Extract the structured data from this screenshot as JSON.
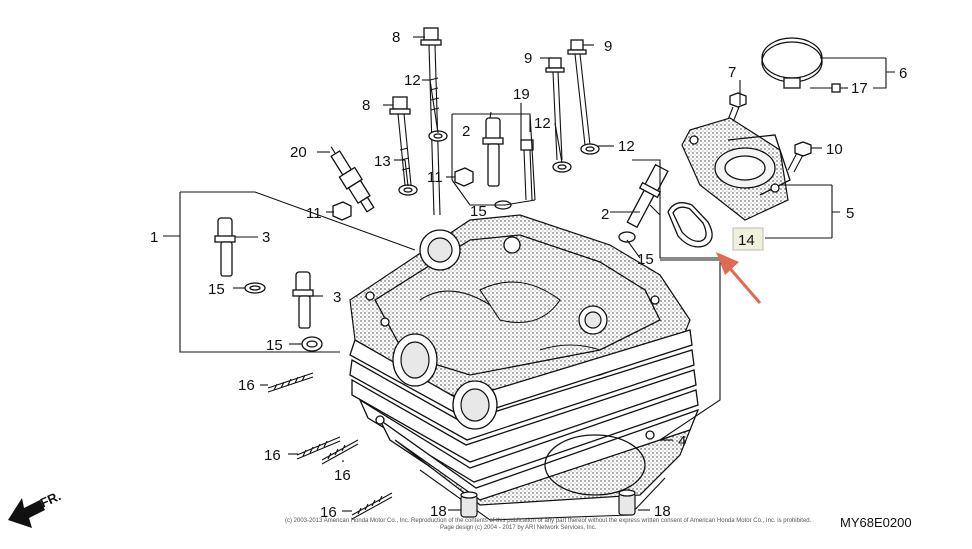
{
  "callouts": {
    "c1": "1",
    "c2a": "2",
    "c2b": "2",
    "c3a": "3",
    "c3b": "3",
    "c4": "4",
    "c5": "5",
    "c6": "6",
    "c7": "7",
    "c8a": "8",
    "c8b": "8",
    "c9a": "9",
    "c9b": "9",
    "c10": "10",
    "c11a": "11",
    "c11b": "11",
    "c12a": "12",
    "c12b": "12",
    "c12c": "12",
    "c13": "13",
    "c14": "14",
    "c15a": "15",
    "c15b": "15",
    "c15c": "15",
    "c15d": "15",
    "c16a": "16",
    "c16b": "16",
    "c16c": "16",
    "c16d": "16",
    "c17": "17",
    "c18a": "18",
    "c18b": "18",
    "c19": "19",
    "c20": "20"
  },
  "fr_label": "FR.",
  "diagram_code": "MY68E0200",
  "copyright_line1": "(c) 2003-2013 American Honda Motor Co., Inc. Reproduction of the contents of this publication or any part thereof without the express written consent of American Honda Motor Co., Inc. is prohibited.",
  "copyright_line2": "Page design (c) 2004 - 2017 by ARI Network Services, Inc.",
  "highlight": {
    "part": "14",
    "box_color": "#f0f0dc",
    "arrow_color": "#e06a52"
  }
}
